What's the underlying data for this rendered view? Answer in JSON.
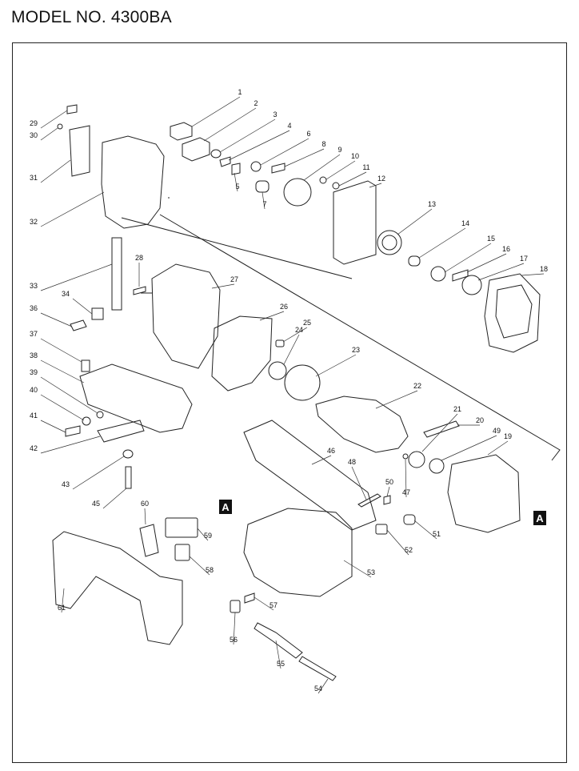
{
  "title": "MODEL NO. 4300BA",
  "parts": [
    {
      "no": "1"
    },
    {
      "no": "2"
    },
    {
      "no": "3"
    },
    {
      "no": "4"
    },
    {
      "no": "5"
    },
    {
      "no": "6"
    },
    {
      "no": "7"
    },
    {
      "no": "8"
    },
    {
      "no": "9"
    },
    {
      "no": "10"
    },
    {
      "no": "11"
    },
    {
      "no": "12"
    },
    {
      "no": "13"
    },
    {
      "no": "14"
    },
    {
      "no": "15"
    },
    {
      "no": "16"
    },
    {
      "no": "17"
    },
    {
      "no": "18"
    },
    {
      "no": "19"
    },
    {
      "no": "20"
    },
    {
      "no": "21"
    },
    {
      "no": "22"
    },
    {
      "no": "23"
    },
    {
      "no": "24"
    },
    {
      "no": "25"
    },
    {
      "no": "26"
    },
    {
      "no": "27"
    },
    {
      "no": "28"
    },
    {
      "no": "29"
    },
    {
      "no": "30"
    },
    {
      "no": "31"
    },
    {
      "no": "32"
    },
    {
      "no": "33"
    },
    {
      "no": "34"
    },
    {
      "no": "36"
    },
    {
      "no": "37"
    },
    {
      "no": "38"
    },
    {
      "no": "39"
    },
    {
      "no": "40"
    },
    {
      "no": "41"
    },
    {
      "no": "42"
    },
    {
      "no": "43"
    },
    {
      "no": "45"
    },
    {
      "no": "46"
    },
    {
      "no": "47"
    },
    {
      "no": "48"
    },
    {
      "no": "49"
    },
    {
      "no": "50"
    },
    {
      "no": "51"
    },
    {
      "no": "52"
    },
    {
      "no": "53"
    },
    {
      "no": "54"
    },
    {
      "no": "55"
    },
    {
      "no": "56"
    },
    {
      "no": "57"
    },
    {
      "no": "58"
    },
    {
      "no": "59"
    },
    {
      "no": "60"
    },
    {
      "no": "61"
    }
  ],
  "reference_marks": [
    "A",
    "A"
  ]
}
